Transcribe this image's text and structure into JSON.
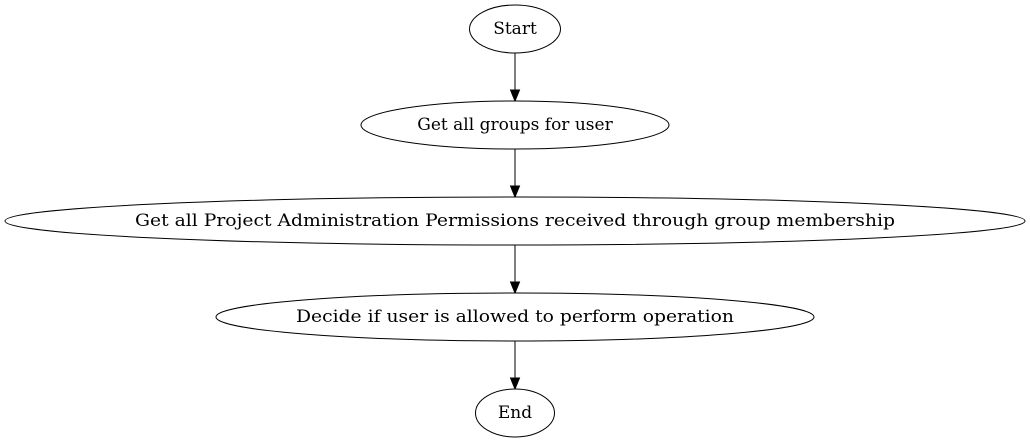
{
  "diagram": {
    "type": "flowchart",
    "direction": "top-to-bottom",
    "nodes": [
      {
        "id": "start",
        "shape": "ellipse",
        "label": "Start"
      },
      {
        "id": "groups",
        "shape": "ellipse",
        "label": "Get all groups for user"
      },
      {
        "id": "perms",
        "shape": "ellipse",
        "label": "Get all Project Administration Permissions received through group membership"
      },
      {
        "id": "decide",
        "shape": "ellipse",
        "label": "Decide if user is allowed to perform operation"
      },
      {
        "id": "end",
        "shape": "ellipse",
        "label": "End"
      }
    ],
    "edges": [
      {
        "from": "start",
        "to": "groups"
      },
      {
        "from": "groups",
        "to": "perms"
      },
      {
        "from": "perms",
        "to": "decide"
      },
      {
        "from": "decide",
        "to": "end"
      }
    ],
    "colors": {
      "stroke": "#000000",
      "fill": "#ffffff",
      "text": "#000000"
    }
  }
}
